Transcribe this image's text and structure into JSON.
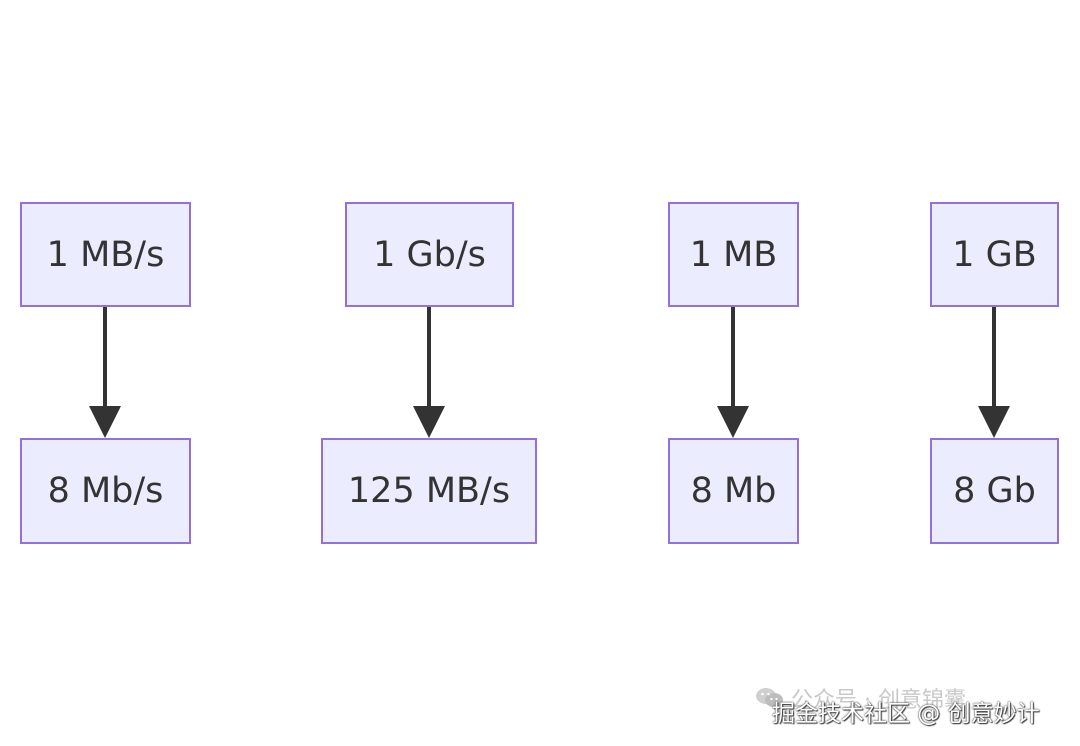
{
  "diagram": {
    "columns": [
      {
        "top": "1 MB/s",
        "bottom": "8 Mb/s"
      },
      {
        "top": "1 Gb/s",
        "bottom": "125 MB/s"
      },
      {
        "top": "1 MB",
        "bottom": "8 Mb"
      },
      {
        "top": "1 GB",
        "bottom": "8 Gb"
      }
    ],
    "colors": {
      "node_fill": "#ececff",
      "node_border": "#9370db",
      "text": "#333333",
      "edge": "#333333"
    }
  },
  "watermark": {
    "account": "公众号 · 创意锦囊",
    "credit": "掘金技术社区 @ 创意妙计",
    "icon": "wechat-icon"
  }
}
